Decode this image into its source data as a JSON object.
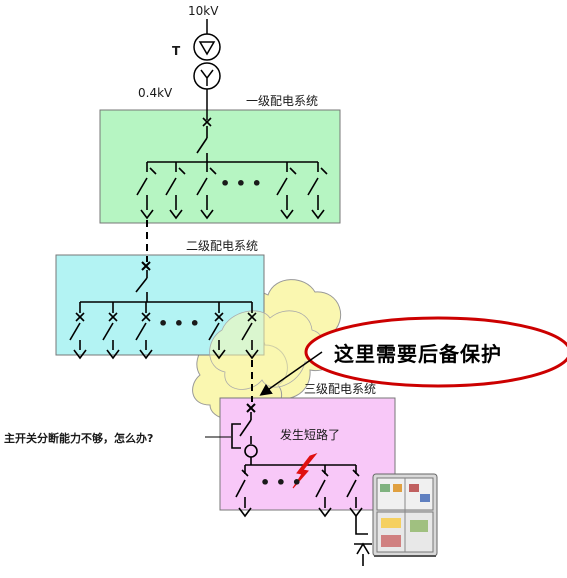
{
  "transformer": {
    "hv_label": "10kV",
    "lv_label": "0.4kV",
    "symbol": "T",
    "delta_symbol": "▽",
    "wye_symbol": "Y"
  },
  "levels": {
    "level1_label": "一级配电系统",
    "level2_label": "二级配电系统",
    "level3_label": "三级配电系统"
  },
  "dots": "• • •",
  "callout": {
    "text": "这里需要后备保护"
  },
  "question": "主开关分断能力不够，怎么办?",
  "fault_label": "发生短路了",
  "colors": {
    "level1_fill": "#b6f5c2",
    "level2_fill": "#b3f3f3",
    "level3_fill": "#f8c8f8",
    "cloud_fill": "#faf7b0",
    "fault_red": "#e01010",
    "ellipse_red": "#cc0000"
  }
}
